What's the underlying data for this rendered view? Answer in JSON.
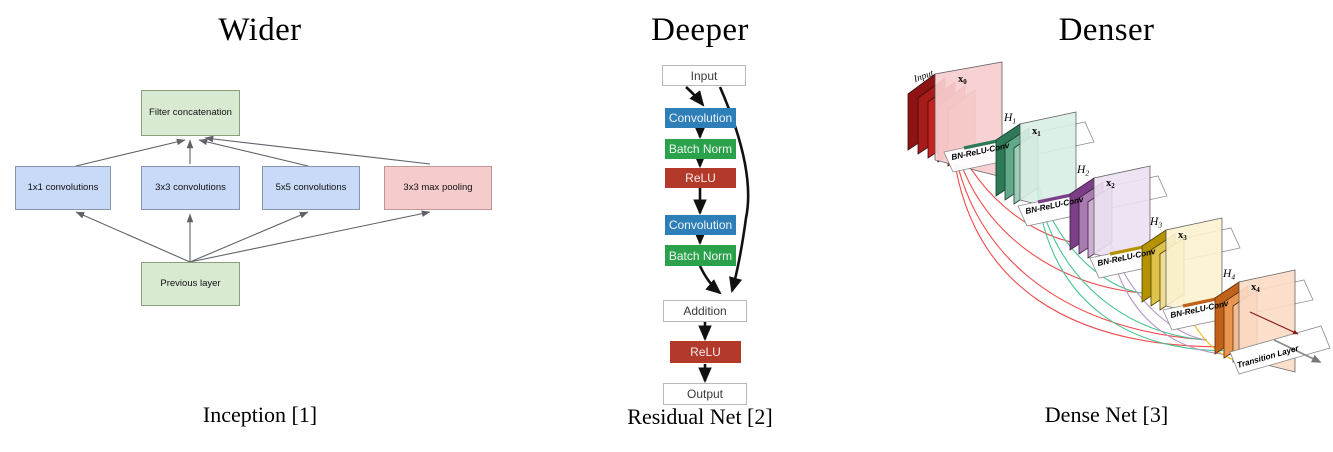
{
  "figure": {
    "panels": [
      {
        "id": "inception",
        "title": "Wider",
        "caption": "Inception [1]",
        "nodes": {
          "top": "Filter concatenation",
          "branch1": "1x1 convolutions",
          "branch2": "3x3 convolutions",
          "branch3": "5x5 convolutions",
          "branch4": "3x3 max pooling",
          "bottom": "Previous layer"
        },
        "colors": {
          "green_fill": "#d9ead3",
          "blue_fill": "#c9daf8",
          "pink_fill": "#f4cccc",
          "edge": "#5f6368"
        }
      },
      {
        "id": "resnet",
        "title": "Deeper",
        "caption": "Residual Net [2]",
        "nodes": {
          "input": "Input",
          "conv1": "Convolution",
          "bn1": "Batch Norm",
          "relu1": "ReLU",
          "conv2": "Convolution",
          "bn2": "Batch Norm",
          "addition": "Addition",
          "relu2": "ReLU",
          "output": "Output"
        },
        "colors": {
          "conv": "#2e7eb8",
          "batchnorm": "#2ba14b",
          "relu": "#b33a2b",
          "plain": "#ffffff",
          "arrow": "#111111"
        }
      },
      {
        "id": "densenet",
        "title": "Denser",
        "caption": "Dense Net [3]",
        "labels": {
          "input": "Input",
          "transition": "Transition Layer",
          "op": "BN-ReLU-Conv",
          "h": [
            "H",
            "H",
            "H",
            "H"
          ],
          "h_subs": [
            "1",
            "2",
            "3",
            "4"
          ],
          "x": [
            "x",
            "x",
            "x",
            "x",
            "x"
          ],
          "x_subs": [
            "0",
            "1",
            "2",
            "3",
            "4"
          ]
        },
        "colors": {
          "red": "#cf2b2b",
          "green": "#3d8f6b",
          "purple": "#8a4b8f",
          "yellow": "#d4b300",
          "orange": "#d06a1e"
        }
      }
    ]
  }
}
